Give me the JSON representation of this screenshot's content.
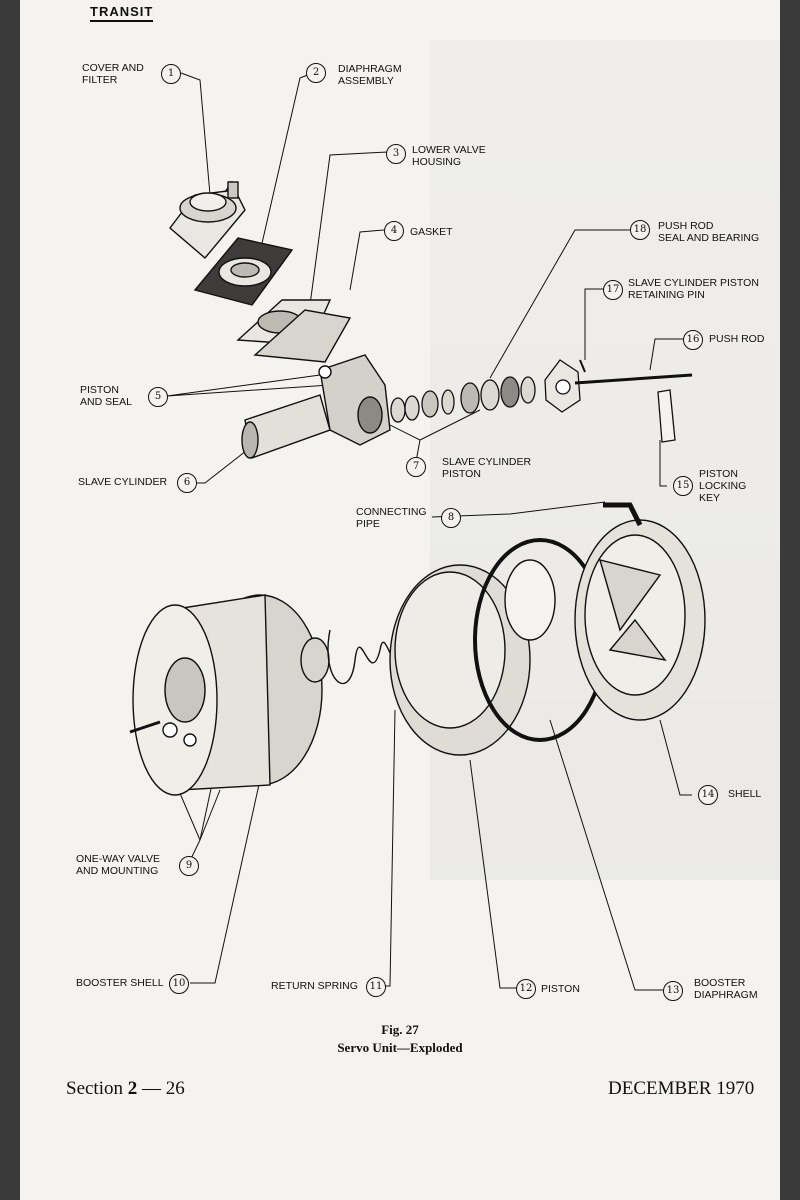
{
  "header": {
    "title": "TRANSIT"
  },
  "callouts": [
    {
      "id": "cover",
      "number": "1",
      "lines": [
        "COVER AND",
        "FILTER"
      ]
    },
    {
      "id": "diaphragm-assembly",
      "number": "2",
      "lines": [
        "DIAPHRAGM",
        "ASSEMBLY"
      ]
    },
    {
      "id": "lower-valve-housing",
      "number": "3",
      "lines": [
        "LOWER VALVE",
        "HOUSING"
      ]
    },
    {
      "id": "gasket",
      "number": "4",
      "lines": [
        "GASKET"
      ]
    },
    {
      "id": "piston-seal",
      "number": "5",
      "lines": [
        "PISTON",
        "AND SEAL"
      ]
    },
    {
      "id": "slave-cylinder",
      "number": "6",
      "lines": [
        "SLAVE CYLINDER"
      ]
    },
    {
      "id": "slave-cylinder-piston",
      "number": "7",
      "lines": [
        "SLAVE CYLINDER",
        "PISTON"
      ]
    },
    {
      "id": "connecting-pipe",
      "number": "8",
      "lines": [
        "CONNECTING",
        "PIPE"
      ]
    },
    {
      "id": "one-way-valve",
      "number": "9",
      "lines": [
        "ONE-WAY VALVE",
        "AND MOUNTING"
      ]
    },
    {
      "id": "booster-shell",
      "number": "10",
      "lines": [
        "BOOSTER SHELL"
      ]
    },
    {
      "id": "return-spring",
      "number": "11",
      "lines": [
        "RETURN SPRING"
      ]
    },
    {
      "id": "piston",
      "number": "12",
      "lines": [
        "PISTON"
      ]
    },
    {
      "id": "booster-diaphragm",
      "number": "13",
      "lines": [
        "BOOSTER",
        "DIAPHRAGM"
      ]
    },
    {
      "id": "shell",
      "number": "14",
      "lines": [
        "SHELL"
      ]
    },
    {
      "id": "piston-locking-key",
      "number": "15",
      "lines": [
        "PISTON",
        "LOCKING",
        "KEY"
      ]
    },
    {
      "id": "push-rod",
      "number": "16",
      "lines": [
        "PUSH ROD"
      ]
    },
    {
      "id": "retaining-pin",
      "number": "17",
      "lines": [
        "SLAVE CYLINDER PISTON",
        "RETAINING PIN"
      ]
    },
    {
      "id": "push-rod-seal",
      "number": "18",
      "lines": [
        "PUSH ROD",
        "SEAL AND BEARING"
      ]
    }
  ],
  "figure": {
    "number": "Fig. 27",
    "title": "Servo Unit—Exploded"
  },
  "footer": {
    "section_prefix": "Section",
    "section_number": "2",
    "section_suffix": "— 26",
    "date": "DECEMBER 1970"
  }
}
